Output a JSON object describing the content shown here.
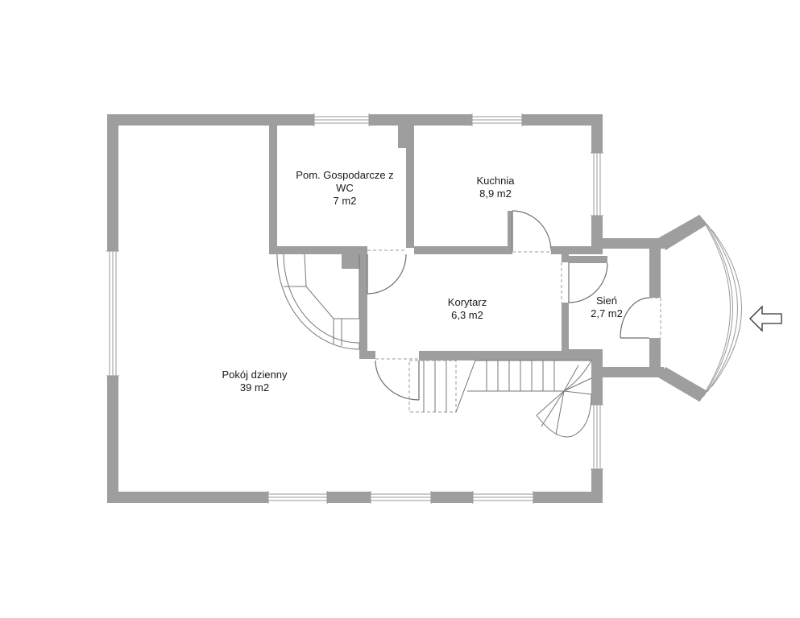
{
  "rooms": {
    "gospodarcze": {
      "name_l1": "Pom. Gospodarcze z",
      "name_l2": "WC",
      "area": "7 m2"
    },
    "kuchnia": {
      "name": "Kuchnia",
      "area": "8,9 m2"
    },
    "korytarz": {
      "name": "Korytarz",
      "area": "6,3 m2"
    },
    "sien": {
      "name": "Sień",
      "area": "2,7 m2"
    },
    "pokoj": {
      "name": "Pokój dzienny",
      "area": "39 m2"
    }
  },
  "entrance_arrow": "arrow-left-icon",
  "colors": {
    "wall": "#9e9e9e",
    "line": "#6e6e6e",
    "background": "#ffffff"
  }
}
